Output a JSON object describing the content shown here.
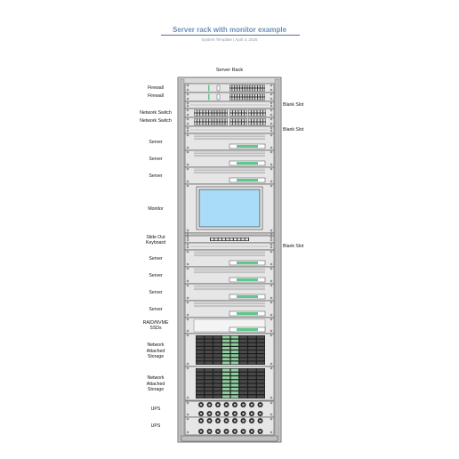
{
  "header": {
    "title": "Server rack with monitor example",
    "subtitle": "System Template | April 4, 2025"
  },
  "rack": {
    "title": "Server Rack",
    "left_labels": [
      {
        "id": "firewall-1",
        "text": "Firewall"
      },
      {
        "id": "firewall-2",
        "text": "Firewall"
      },
      {
        "id": "network-switch-1",
        "text": "Network Switch"
      },
      {
        "id": "network-switch-2",
        "text": "Network Switch"
      },
      {
        "id": "server-1",
        "text": "Server"
      },
      {
        "id": "server-2",
        "text": "Server"
      },
      {
        "id": "server-3",
        "text": "Server"
      },
      {
        "id": "monitor",
        "text": "Monitor"
      },
      {
        "id": "slide-out-keyboard",
        "text": "Slide Out\nKeyboard"
      },
      {
        "id": "server-4",
        "text": "Server"
      },
      {
        "id": "server-5",
        "text": "Server"
      },
      {
        "id": "server-6",
        "text": "Server"
      },
      {
        "id": "server-7",
        "text": "Server"
      },
      {
        "id": "raid-ssds",
        "text": "RAID/NVME\nSSDs"
      },
      {
        "id": "nas-1",
        "text": "Network\nAttached\nStorage"
      },
      {
        "id": "nas-2",
        "text": "Network\nAttached\nStorage"
      },
      {
        "id": "ups-1",
        "text": "UPS"
      },
      {
        "id": "ups-2",
        "text": "UPS"
      }
    ],
    "right_labels": [
      {
        "id": "blank-slot-1",
        "text": "Blank Slot"
      },
      {
        "id": "blank-slot-2",
        "text": "Blank Slot"
      },
      {
        "id": "blank-slot-3",
        "text": "Blank Slot"
      }
    ]
  },
  "colors": {
    "frame": "#9a9a9a",
    "panel": "#e6e6e6",
    "led": "#5dc98a",
    "screen": "#a9dcf7",
    "title": "#6d8fb8"
  }
}
